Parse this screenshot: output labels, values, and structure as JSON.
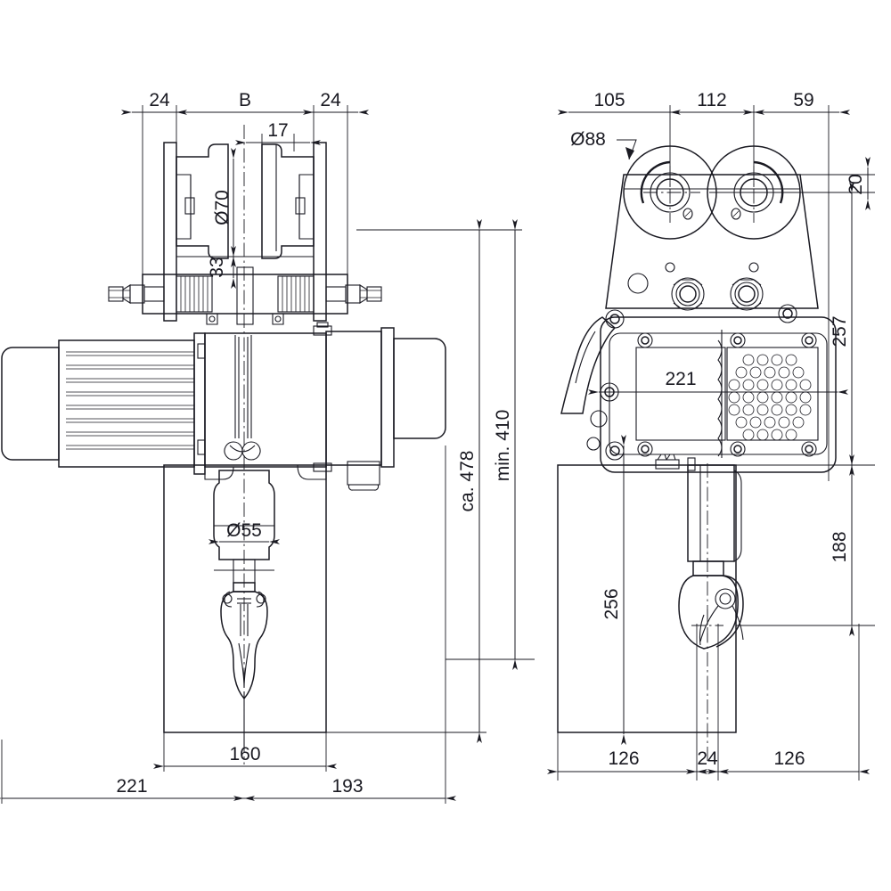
{
  "drawing": {
    "title": "Electric chain hoist with push trolley",
    "units": "mm",
    "line_color": "#1a1a22",
    "dim_color": "#1a1a22",
    "background": "#ffffff",
    "views": [
      {
        "id": "front-view",
        "name": "front-view",
        "label": ""
      },
      {
        "id": "side-view",
        "name": "side-view",
        "label": ""
      }
    ]
  },
  "front_view": {
    "name": "front-view",
    "dimensions": {
      "top_left_flange": "24",
      "top_beam_width": "B",
      "top_right_flange": "24",
      "wheel_tread_width": "17",
      "wheel_diameter": "Ø70",
      "axle_to_plate": "33",
      "overall_height_approx": "ca. 478",
      "headroom_min": "min. 410",
      "gearbox_diameter": "Ø55",
      "chainbox_width": "160",
      "left_offset": "221",
      "right_offset": "193"
    }
  },
  "side_view": {
    "name": "side-view",
    "dimensions": {
      "left_overhang": "105",
      "wheel_centre_distance": "112",
      "right_overhang": "59",
      "wheel_diameter": "Ø88",
      "rail_flange_thickness": "20",
      "trolley_to_body": "257",
      "body_to_hook": "188",
      "hook_drop": "256",
      "body_label": "221",
      "left_half_width": "126",
      "centre_gap": "24",
      "right_half_width": "126"
    }
  },
  "labels": {
    "dim_24_a": "24",
    "dim_B": "B",
    "dim_24_b": "24",
    "dim_17": "17",
    "dim_d70": "Ø70",
    "dim_33": "33",
    "dim_ca478": "ca. 478",
    "dim_min410": "min. 410",
    "dim_d55": "Ø55",
    "dim_160": "160",
    "dim_221_left": "221",
    "dim_193": "193",
    "dim_105": "105",
    "dim_112": "112",
    "dim_59": "59",
    "dim_d88": "Ø88",
    "dim_20": "20",
    "dim_257": "257",
    "dim_188": "188",
    "dim_256": "256",
    "dim_221_body": "221",
    "dim_126_left": "126",
    "dim_24_centre": "24",
    "dim_126_right": "126"
  }
}
